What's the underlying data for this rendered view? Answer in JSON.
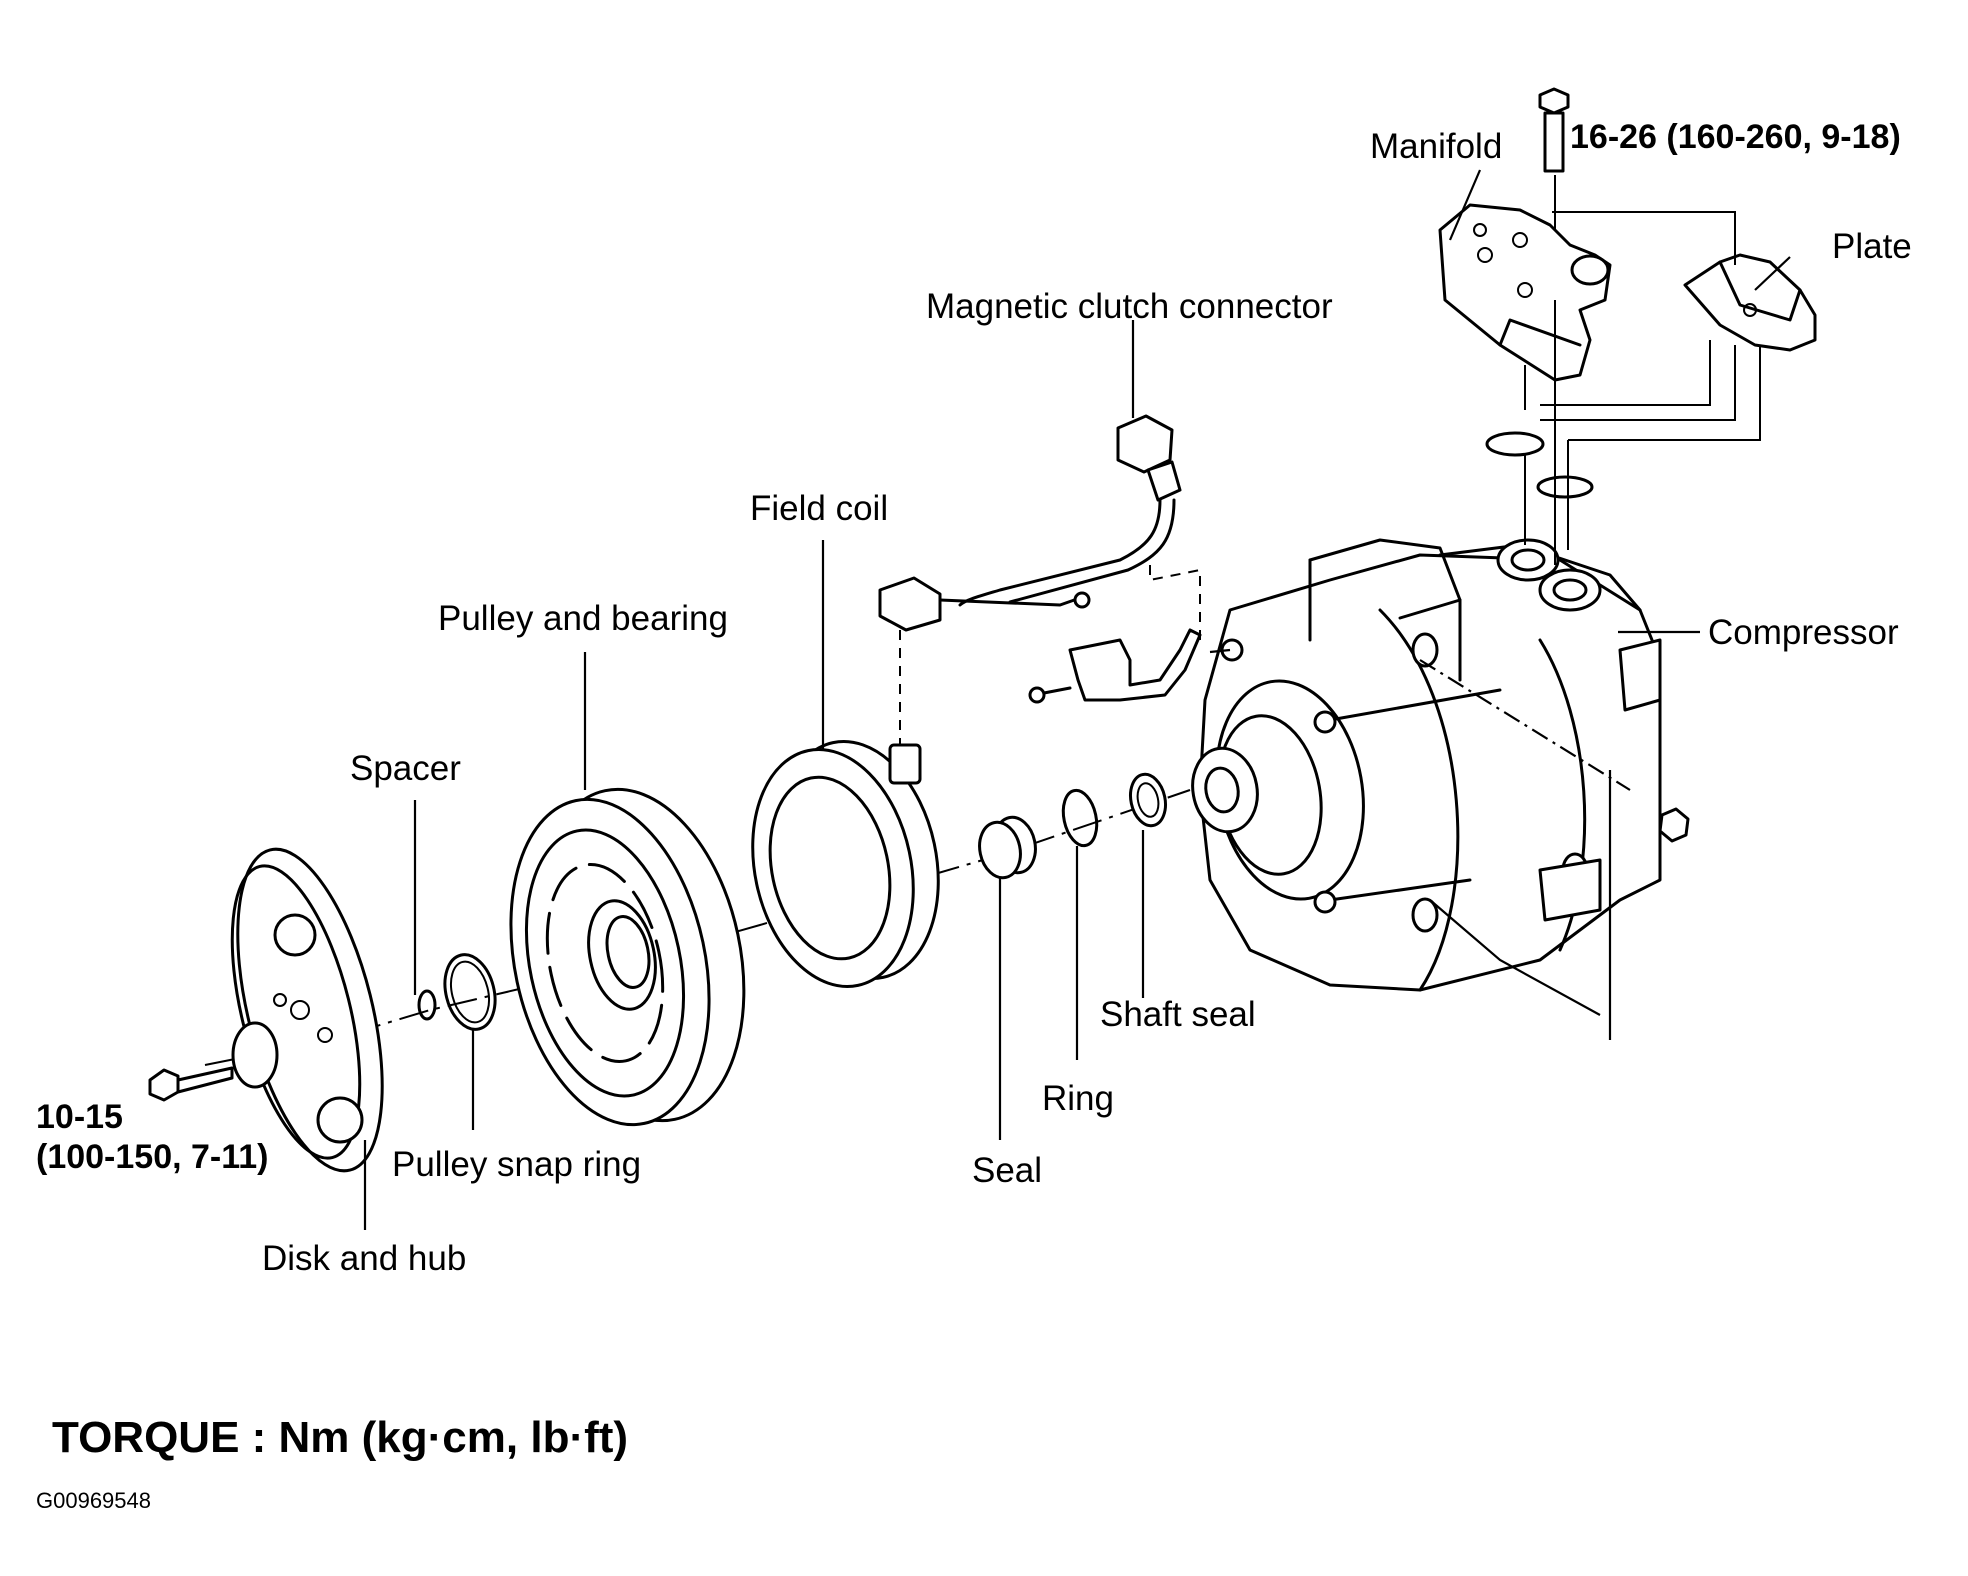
{
  "labels": {
    "manifold": "Manifold",
    "manifold_torque": "16-26 (160-260, 9-18)",
    "plate": "Plate",
    "magnetic_clutch_connector": "Magnetic clutch connector",
    "field_coil": "Field coil",
    "pulley_and_bearing": "Pulley and bearing",
    "compressor": "Compressor",
    "spacer": "Spacer",
    "shaft_seal": "Shaft seal",
    "ring": "Ring",
    "seal": "Seal",
    "pulley_snap_ring": "Pulley snap ring",
    "disk_and_hub": "Disk and hub",
    "bolt_torque_line1": "10-15",
    "bolt_torque_line2": "(100-150, 7-11)"
  },
  "footer": {
    "torque_units": "TORQUE : Nm (kg·cm, lb·ft)",
    "figure_id": "G00969548"
  }
}
